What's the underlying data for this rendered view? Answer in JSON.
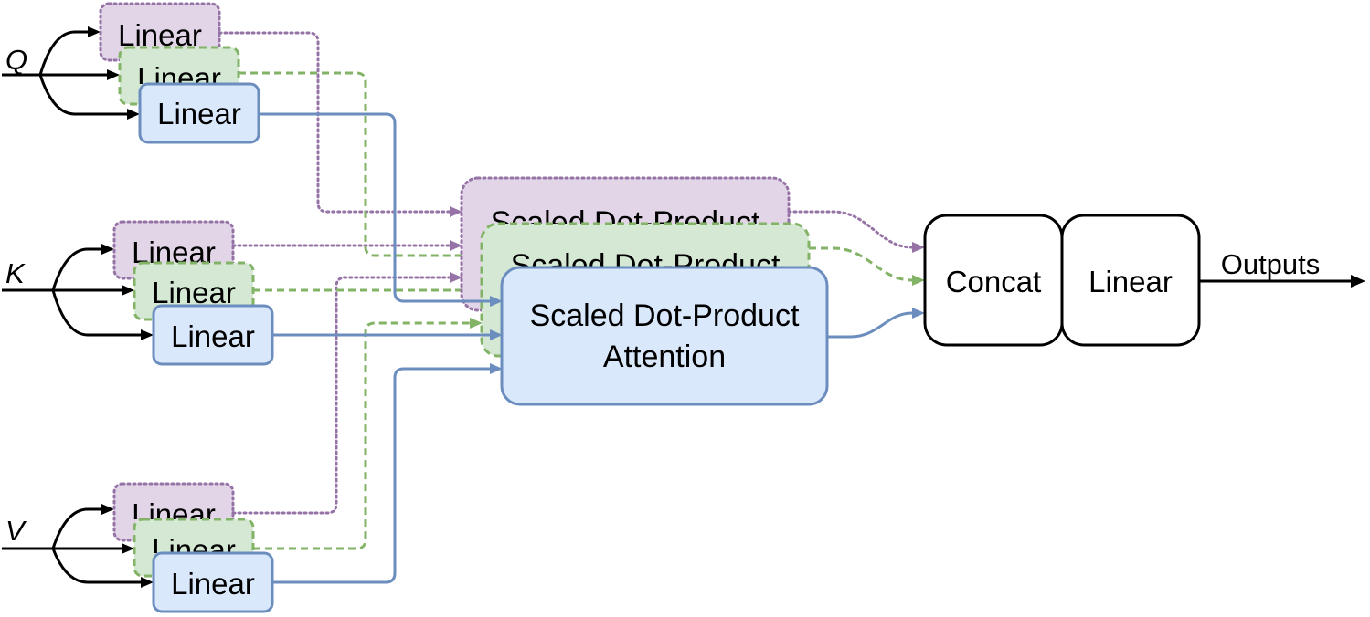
{
  "inputs": {
    "q": "Q",
    "k": "K",
    "v": "V"
  },
  "linear_label": "Linear",
  "attention": {
    "back_label_1": "Scaled Dot-Product",
    "back_label_2": "Scaled Dot-Product",
    "front_line1": "Scaled Dot-Product",
    "front_line2": "Attention"
  },
  "concat_label": "Concat",
  "output_linear_label": "Linear",
  "outputs_label": "Outputs",
  "colors": {
    "purple_fill": "#e1d5e7",
    "purple_stroke": "#9673a6",
    "green_fill": "#d5e8d4",
    "green_stroke": "#82b366",
    "blue_fill": "#dae8fc",
    "blue_stroke": "#6c8ebf"
  }
}
